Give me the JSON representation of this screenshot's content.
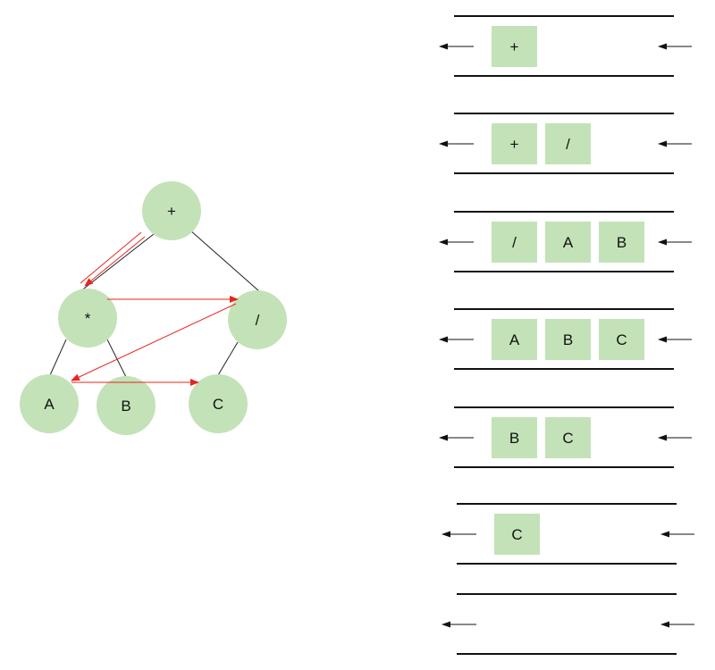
{
  "colors": {
    "node_fill": "#c3e2b8",
    "cell_fill": "#c3e2b8",
    "edge": "#222222",
    "traversal_arrow": "#e8241e",
    "queue_line": "#111111",
    "queue_arrow": "#111111"
  },
  "tree": {
    "nodes": [
      {
        "id": "plus",
        "label": "+"
      },
      {
        "id": "mul",
        "label": "*"
      },
      {
        "id": "div",
        "label": "/"
      },
      {
        "id": "a",
        "label": "A"
      },
      {
        "id": "b",
        "label": "B"
      },
      {
        "id": "c",
        "label": "C"
      }
    ],
    "edges": [
      [
        "plus",
        "mul"
      ],
      [
        "plus",
        "div"
      ],
      [
        "mul",
        "a"
      ],
      [
        "mul",
        "b"
      ],
      [
        "div",
        "c"
      ]
    ],
    "traversal_order": [
      "plus",
      "mul",
      "div",
      "a",
      "c"
    ]
  },
  "queue_states": [
    {
      "id": "step-1",
      "items": [
        "+"
      ]
    },
    {
      "id": "step-2",
      "items": [
        "+",
        "/"
      ]
    },
    {
      "id": "step-3",
      "items": [
        "/",
        "A",
        "B"
      ]
    },
    {
      "id": "step-4",
      "items": [
        "A",
        "B",
        "C"
      ]
    },
    {
      "id": "step-5",
      "items": [
        "B",
        "C"
      ]
    },
    {
      "id": "step-6",
      "items": [
        "C"
      ]
    },
    {
      "id": "step-7",
      "items": []
    }
  ]
}
